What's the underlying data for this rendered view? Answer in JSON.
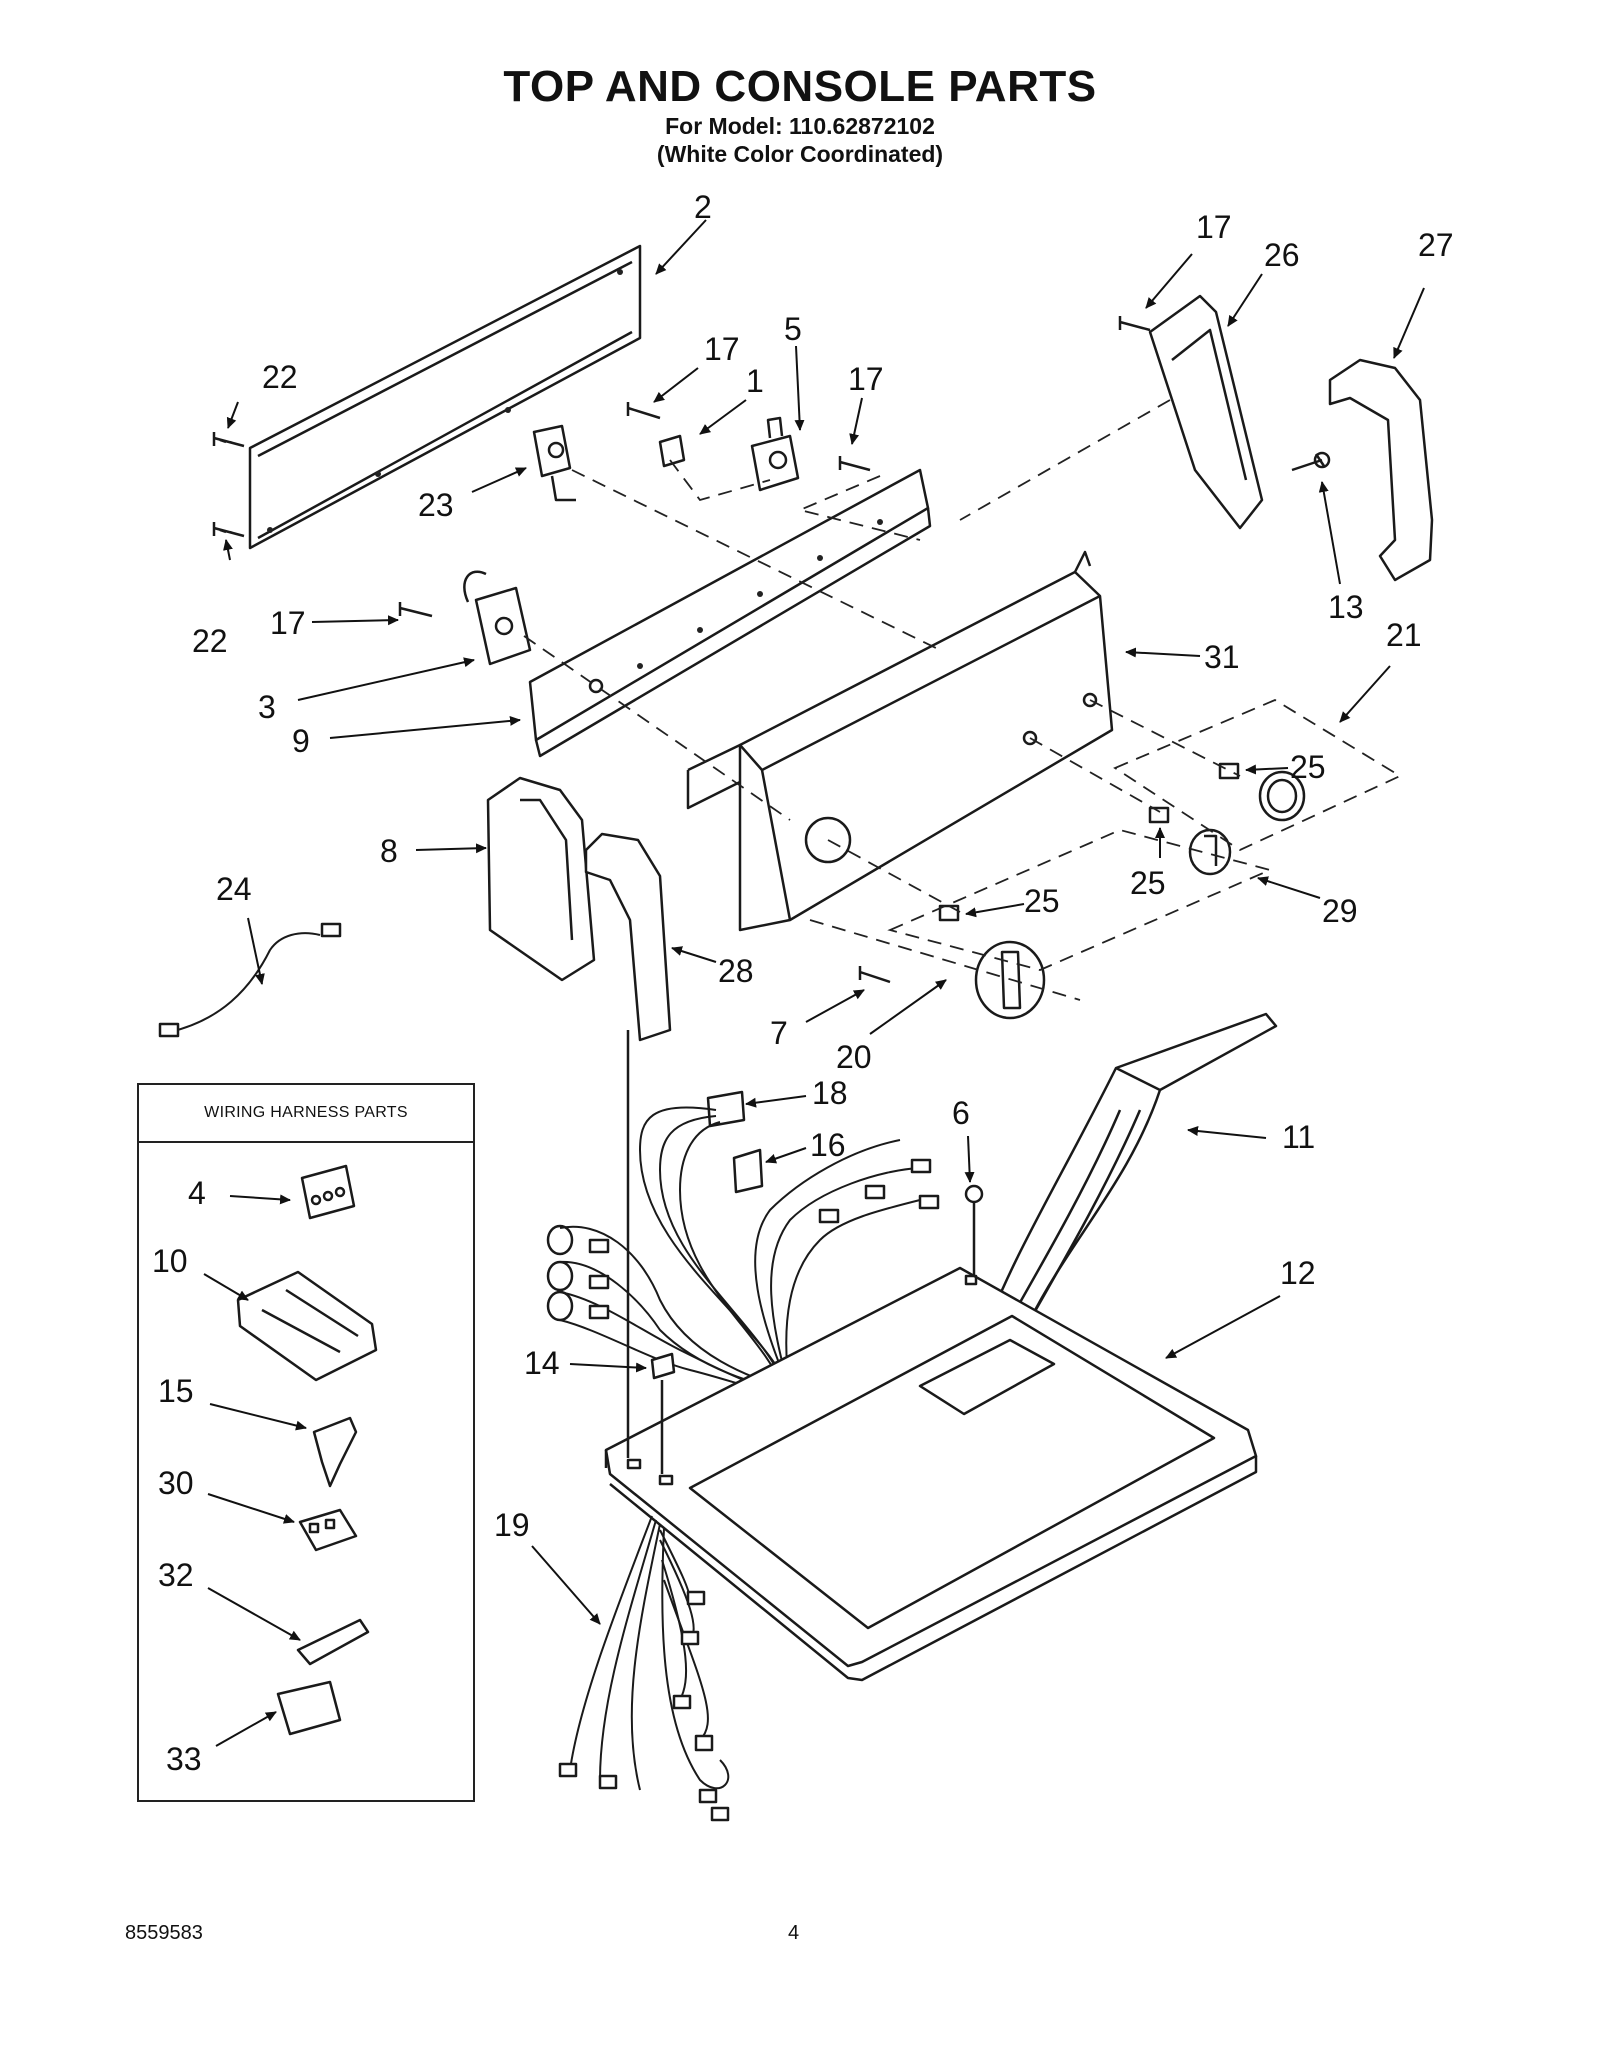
{
  "header": {
    "title": "TOP AND CONSOLE PARTS",
    "model_line": "For Model: 110.62872102",
    "color_line": "(White Color Coordinated)"
  },
  "harness": {
    "title": "WIRING HARNESS PARTS"
  },
  "callouts": {
    "c1": "1",
    "c2": "2",
    "c3": "3",
    "c4": "4",
    "c5": "5",
    "c6": "6",
    "c7": "7",
    "c8": "8",
    "c9": "9",
    "c10": "10",
    "c11": "11",
    "c12": "12",
    "c13": "13",
    "c14": "14",
    "c15": "15",
    "c16": "16",
    "c17a": "17",
    "c17b": "17",
    "c17c": "17",
    "c17d": "17",
    "c18": "18",
    "c19": "19",
    "c20": "20",
    "c21": "21",
    "c22a": "22",
    "c22b": "22",
    "c23": "23",
    "c24": "24",
    "c25a": "25",
    "c25b": "25",
    "c25c": "25",
    "c26": "26",
    "c27": "27",
    "c28": "28",
    "c29": "29",
    "c30": "30",
    "c31": "31",
    "c32": "32",
    "c33": "33"
  },
  "footer": {
    "doc_number": "8559583",
    "page_number": "4"
  }
}
